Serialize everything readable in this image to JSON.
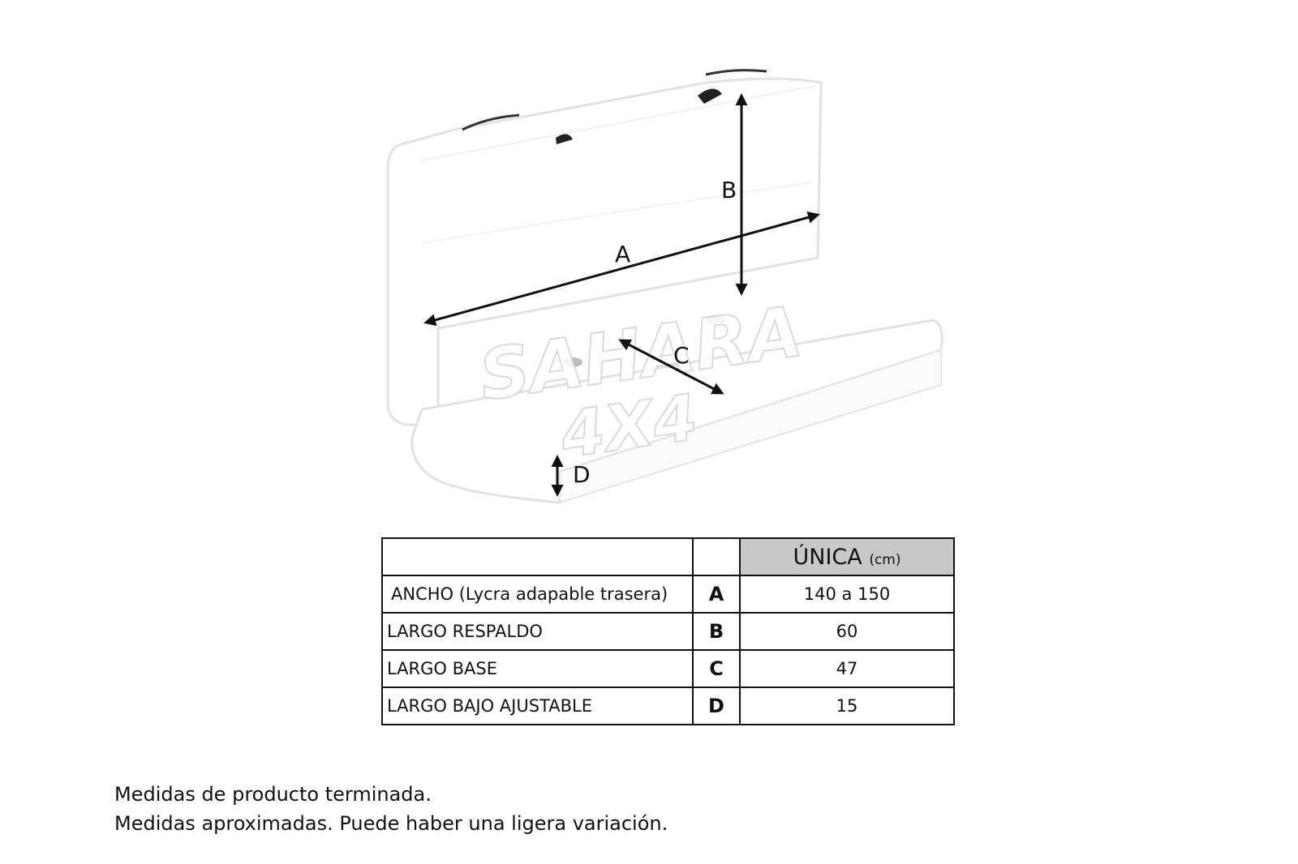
{
  "diagram": {
    "labels": {
      "a": "A",
      "b": "B",
      "c": "C",
      "d": "D"
    },
    "watermark": {
      "line1": "SAHARA",
      "line2": "4X4"
    }
  },
  "table": {
    "header": {
      "title": "ÚNICA",
      "unit": "(cm)"
    },
    "rows": [
      {
        "name_main": "ANCHO",
        "name_extra": " (Lycra adapable trasera)",
        "letter": "A",
        "value": "140 a 150"
      },
      {
        "name_main": "LARGO RESPALDO",
        "name_extra": "",
        "letter": "B",
        "value": "60"
      },
      {
        "name_main": "LARGO BASE",
        "name_extra": "",
        "letter": "C",
        "value": "47"
      },
      {
        "name_main": "LARGO BAJO AJUSTABLE",
        "name_extra": "",
        "letter": "D",
        "value": "15"
      }
    ]
  },
  "notes": {
    "line1": "Medidas de producto terminada.",
    "line2": "Medidas aproximadas. Puede haber una ligera variación."
  }
}
